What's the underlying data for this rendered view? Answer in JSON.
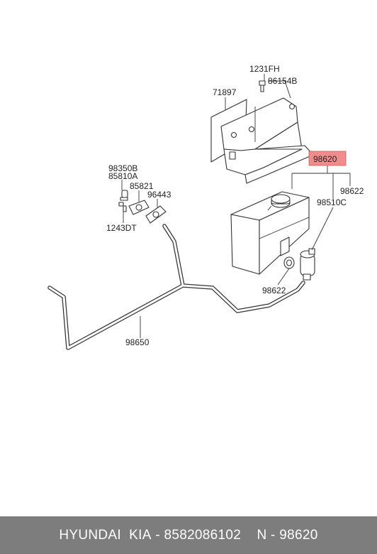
{
  "labels": {
    "l1231FH": "1231FH",
    "l86154B": "86154B",
    "l71897": "71897",
    "l98620": "98620",
    "l98622a": "98622",
    "l98510C": "98510C",
    "l98622b": "98622",
    "l98350B": "98350B",
    "l85810A": "85810A",
    "l85821": "85821",
    "l96443": "96443",
    "l1243DT": "1243DT",
    "l98650": "98650"
  },
  "footer": {
    "brand": "HYUNDAI  KIA",
    "sep1": " - ",
    "part_number": "8582086102",
    "sep2": "    N - ",
    "ref_number": "98620"
  },
  "colors": {
    "highlight_fill": "#f08c8c",
    "footer_bg": "#7d7d7d"
  }
}
